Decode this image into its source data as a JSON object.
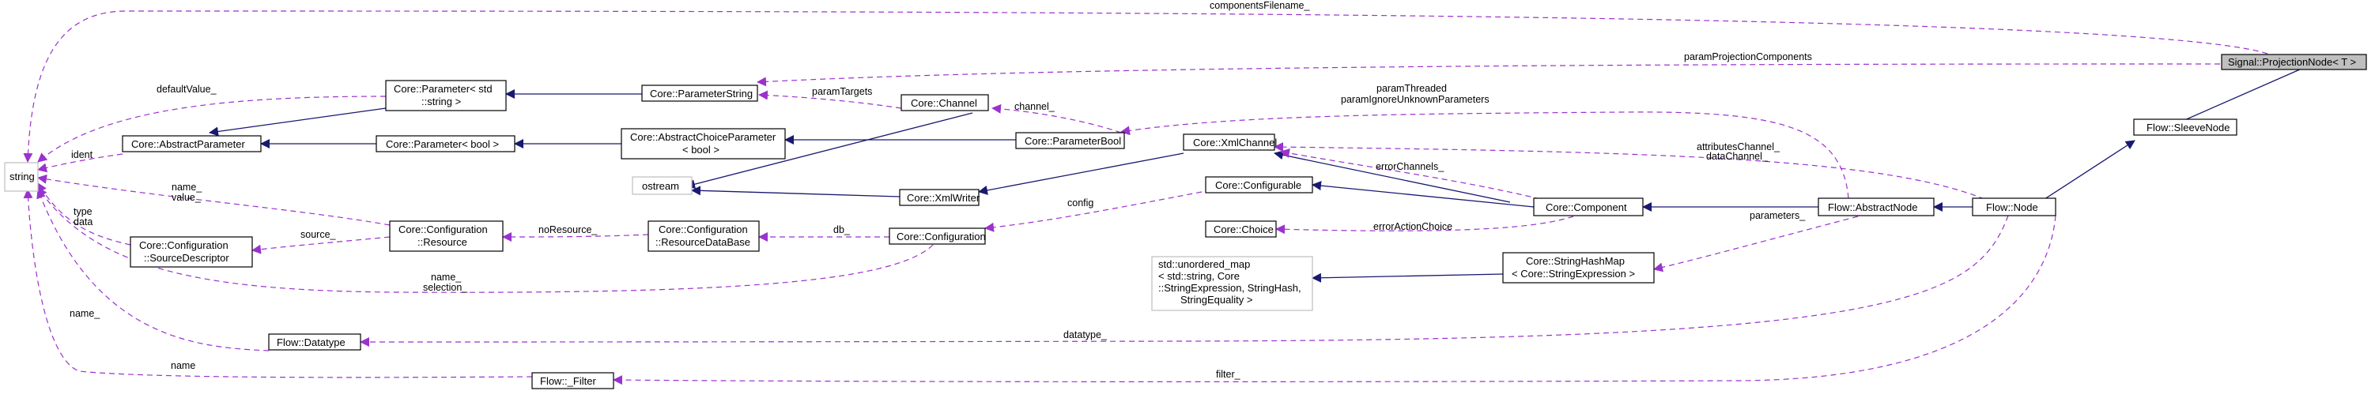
{
  "diagram": {
    "nodes": {
      "projection": "Signal::ProjectionNode< T >",
      "sleeve": "Flow::SleeveNode",
      "flow_node": "Flow::Node",
      "abstract_node": "Flow::AbstractNode",
      "component": "Core::Component",
      "configurable": "Core::Configurable",
      "choice": "Core::Choice",
      "xml_channel": "Core::XmlChannel",
      "param_bool": "Core::ParameterBool",
      "abs_choice_param": [
        "Core::AbstractChoiceParameter",
        "< bool >"
      ],
      "param_string": "Core::ParameterString",
      "param_std_string": [
        "Core::Parameter< std",
        "::string >"
      ],
      "param_bool_tmpl": "Core::Parameter< bool >",
      "abstract_param": "Core::AbstractParameter",
      "channel": "Core::Channel",
      "ostream": "ostream",
      "xml_writer": "Core::XmlWriter",
      "configuration": "Core::Configuration",
      "resource_db": [
        "Core::Configuration",
        "::ResourceDataBase"
      ],
      "resource": [
        "Core::Configuration",
        "::Resource"
      ],
      "source_desc": [
        "Core::Configuration",
        "::SourceDescriptor"
      ],
      "string": "string",
      "string_hash_map": [
        "Core::StringHashMap",
        "< Core::StringExpression >"
      ],
      "unordered_map": [
        "std::unordered_map",
        "< std::string, Core",
        "::StringExpression, StringHash,",
        "StringEquality >"
      ],
      "datatype": "Flow::Datatype",
      "filter": "Flow::_Filter"
    },
    "edge_labels": {
      "components_filename": "componentsFilename_",
      "param_projection_components": "paramProjectionComponents",
      "default_value": "defaultValue_",
      "ident": "ident",
      "param_targets": "paramTargets",
      "channel": "channel_",
      "param_threaded": "paramThreaded",
      "param_ignore": "paramIgnoreUnknownParameters",
      "attributes_channel": "attributesChannel_",
      "data_channel": "dataChannel_",
      "error_channels": "errorChannels_",
      "config": "config",
      "name_value_1": "name_",
      "name_value_2": "value_",
      "type_data_1": "type",
      "type_data_2": "data",
      "source": "source_",
      "no_resource": "noResource_",
      "db": "db_",
      "error_action_choice": "errorActionChoice",
      "parameters": "parameters_",
      "name_selection_1": "name_",
      "name_selection_2": "selection_",
      "name_dt": "name_",
      "datatype": "datatype_",
      "name_filter": "name",
      "filter": "filter_"
    }
  }
}
